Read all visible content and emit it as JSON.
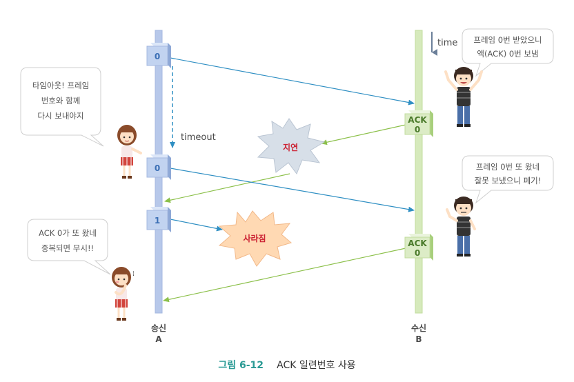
{
  "time_label": "time",
  "timeout_label": "timeout",
  "frames_a": [
    "0",
    "0",
    "1"
  ],
  "acks_b": [
    {
      "title": "ACK",
      "num": "0"
    },
    {
      "title": "ACK",
      "num": "0"
    }
  ],
  "delay_label": "지연",
  "lost_label": "사라짐",
  "sender": {
    "name": "송신",
    "id": "A"
  },
  "receiver": {
    "name": "수신",
    "id": "B"
  },
  "bubbles": {
    "timeout": [
      "타임아웃! 프레임",
      "번호와 함께",
      "다시 보내야지"
    ],
    "ack_dup": [
      "ACK 0가 또 왔네",
      "중복되면 무시!!"
    ],
    "recv_ok": [
      "프레임 0번 받았으니",
      "액(ACK) 0번 보냄"
    ],
    "recv_dup": [
      "프레임 0번 또 왔네",
      "잘못 보냈으니 폐기!"
    ]
  },
  "caption": {
    "number": "그림 6-12",
    "text": "ACK 일련번호 사용"
  },
  "colors": {
    "sender_line": "#b7c8ea",
    "receiver_line": "#cfe5b3",
    "frame_arrow": "#2f8fc3",
    "ack_arrow": "#8cc04a",
    "delay_burst": "#d7dfe8",
    "lost_burst": "#ffd9b3"
  }
}
